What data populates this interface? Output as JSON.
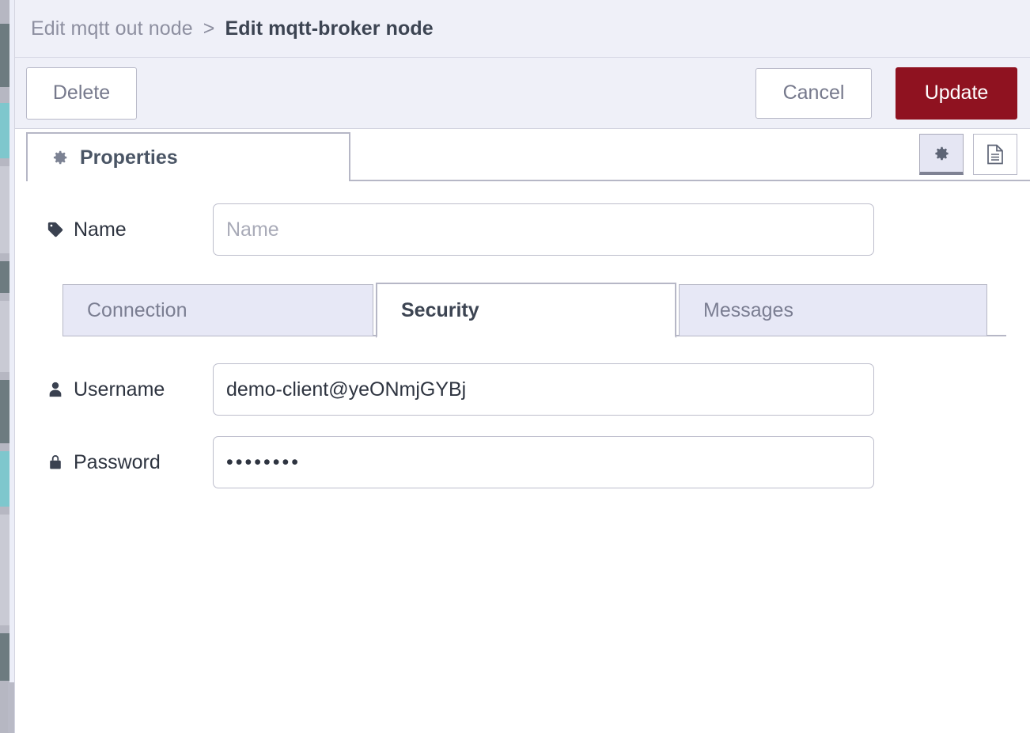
{
  "dialog": {
    "breadcrumb": {
      "parent": "Edit mqtt out node",
      "separator": ">",
      "current": "Edit mqtt-broker node"
    },
    "actions": {
      "delete_label": "Delete",
      "cancel_label": "Cancel",
      "update_label": "Update",
      "update_color": "#8f1220"
    },
    "tabs": {
      "main": {
        "label": "Properties",
        "icon": "gear-icon",
        "active": true
      },
      "icon_buttons": [
        {
          "name": "settings-icon",
          "selected": true
        },
        {
          "name": "description-icon",
          "selected": false
        }
      ]
    },
    "form": {
      "name_row": {
        "label": "Name",
        "icon": "tag-icon",
        "placeholder": "Name",
        "value": ""
      },
      "subtabs": [
        {
          "label": "Connection",
          "active": false
        },
        {
          "label": "Security",
          "active": true
        },
        {
          "label": "Messages",
          "active": false
        }
      ],
      "username_row": {
        "label": "Username",
        "icon": "user-icon",
        "value": "demo-client@yeONmjGYBj",
        "placeholder": ""
      },
      "password_row": {
        "label": "Password",
        "icon": "lock-icon",
        "value": "••••••••",
        "placeholder": ""
      }
    }
  }
}
